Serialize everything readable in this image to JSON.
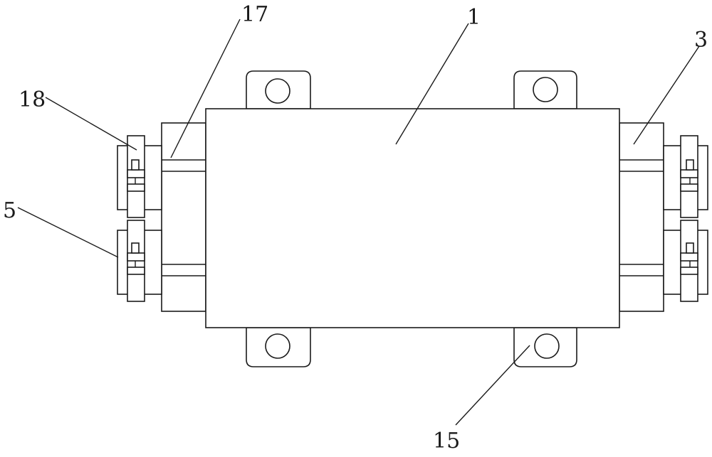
{
  "figure": {
    "line_color": "#1a1a1a",
    "background": "#ffffff",
    "callouts": [
      {
        "id": "17",
        "label": "17"
      },
      {
        "id": "1",
        "label": "1"
      },
      {
        "id": "3",
        "label": "3"
      },
      {
        "id": "18",
        "label": "18"
      },
      {
        "id": "5",
        "label": "5"
      },
      {
        "id": "15",
        "label": "15"
      }
    ]
  }
}
